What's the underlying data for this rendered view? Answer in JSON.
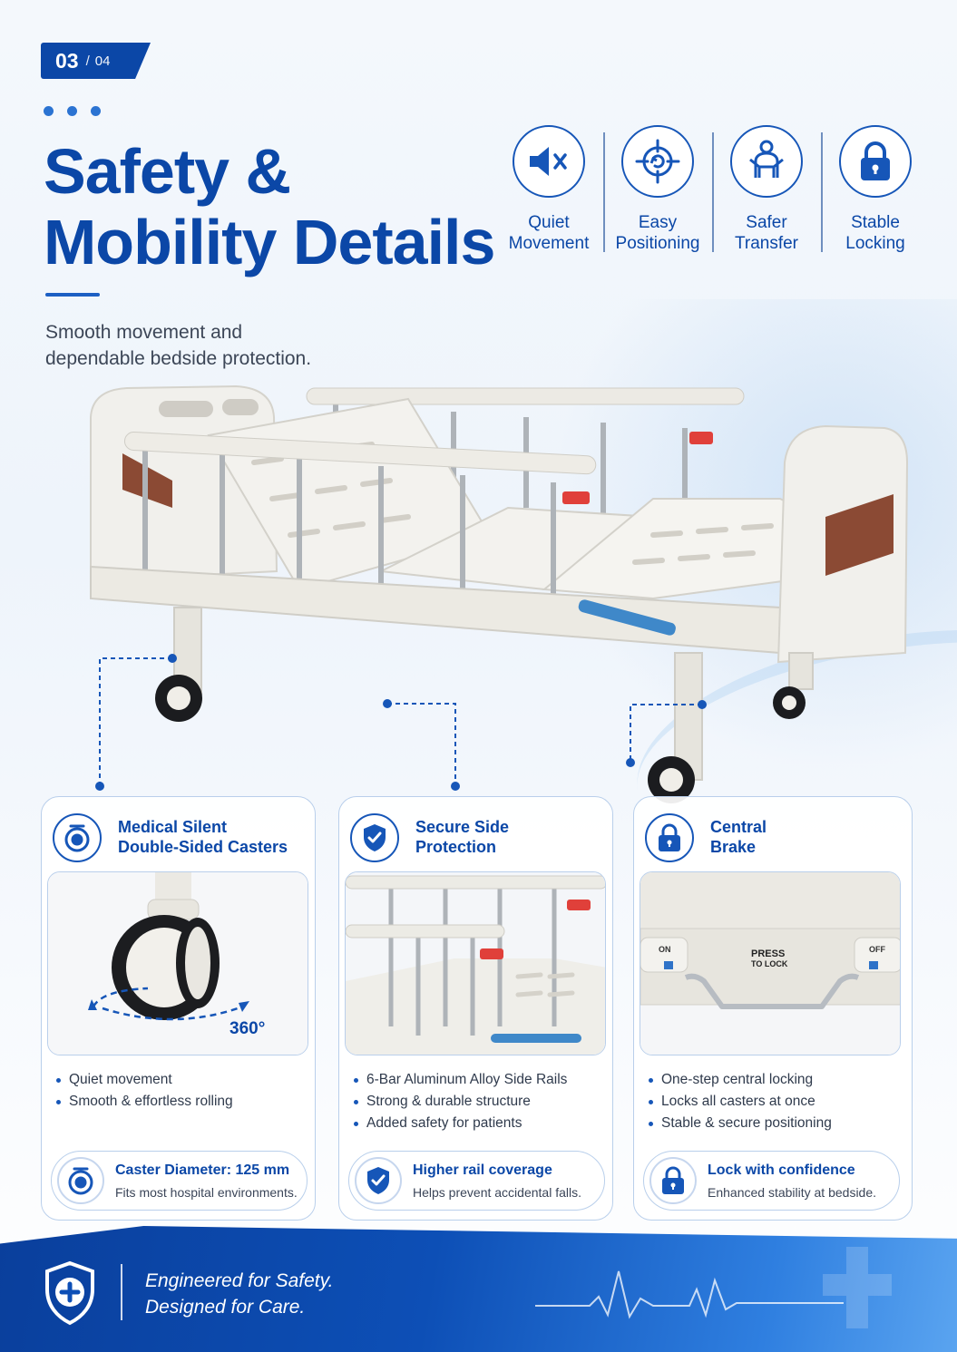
{
  "pager": {
    "current": "03",
    "separator": "/",
    "total": "04"
  },
  "title_lines": [
    "Safety &",
    "Mobility Details"
  ],
  "subtitle_lines": [
    "Smooth movement and",
    "dependable bedside protection."
  ],
  "features": [
    {
      "icon": "speaker-mute-icon",
      "line1": "Quiet",
      "line2": "Movement"
    },
    {
      "icon": "target-rotate-icon",
      "line1": "Easy",
      "line2": "Positioning"
    },
    {
      "icon": "caregiver-transfer-icon",
      "line1": "Safer",
      "line2": "Transfer"
    },
    {
      "icon": "padlock-icon",
      "line1": "Stable",
      "line2": "Locking"
    }
  ],
  "cards": [
    {
      "icon": "caster-wheel-icon",
      "title_lines": [
        "Medical Silent",
        "Double-Sided Casters"
      ],
      "image_label": "360°",
      "bullets": [
        "Quiet movement",
        "Smooth & effortless rolling"
      ],
      "foot_icon": "caster-wheel-icon",
      "foot_title": "Caster Diameter: 125 mm",
      "foot_text": "Fits most hospital environments."
    },
    {
      "icon": "shield-check-icon",
      "title_lines": [
        "Secure Side",
        "Protection"
      ],
      "bullets": [
        "6-Bar Aluminum Alloy Side Rails",
        "Strong & durable structure",
        "Added safety for patients"
      ],
      "foot_icon": "shield-check-icon",
      "foot_title": "Higher rail coverage",
      "foot_text": "Helps prevent accidental falls."
    },
    {
      "icon": "padlock-icon",
      "title_lines": [
        "Central",
        "Brake"
      ],
      "image_labels": {
        "left": "ON",
        "center_line1": "PRESS",
        "center_line2": "TO LOCK",
        "right": "OFF"
      },
      "bullets": [
        "One-step central locking",
        "Locks all casters at once",
        "Stable & secure positioning"
      ],
      "foot_icon": "padlock-icon",
      "foot_title": "Lock with confidence",
      "foot_text": "Enhanced stability at bedside."
    }
  ],
  "footer": {
    "icon": "shield-cross-icon",
    "line1": "Engineered for Safety.",
    "line2": "Designed for Care."
  },
  "colors": {
    "brand": "#0b47a7",
    "accent": "#1656b8",
    "rail_red": "#e0403a"
  }
}
